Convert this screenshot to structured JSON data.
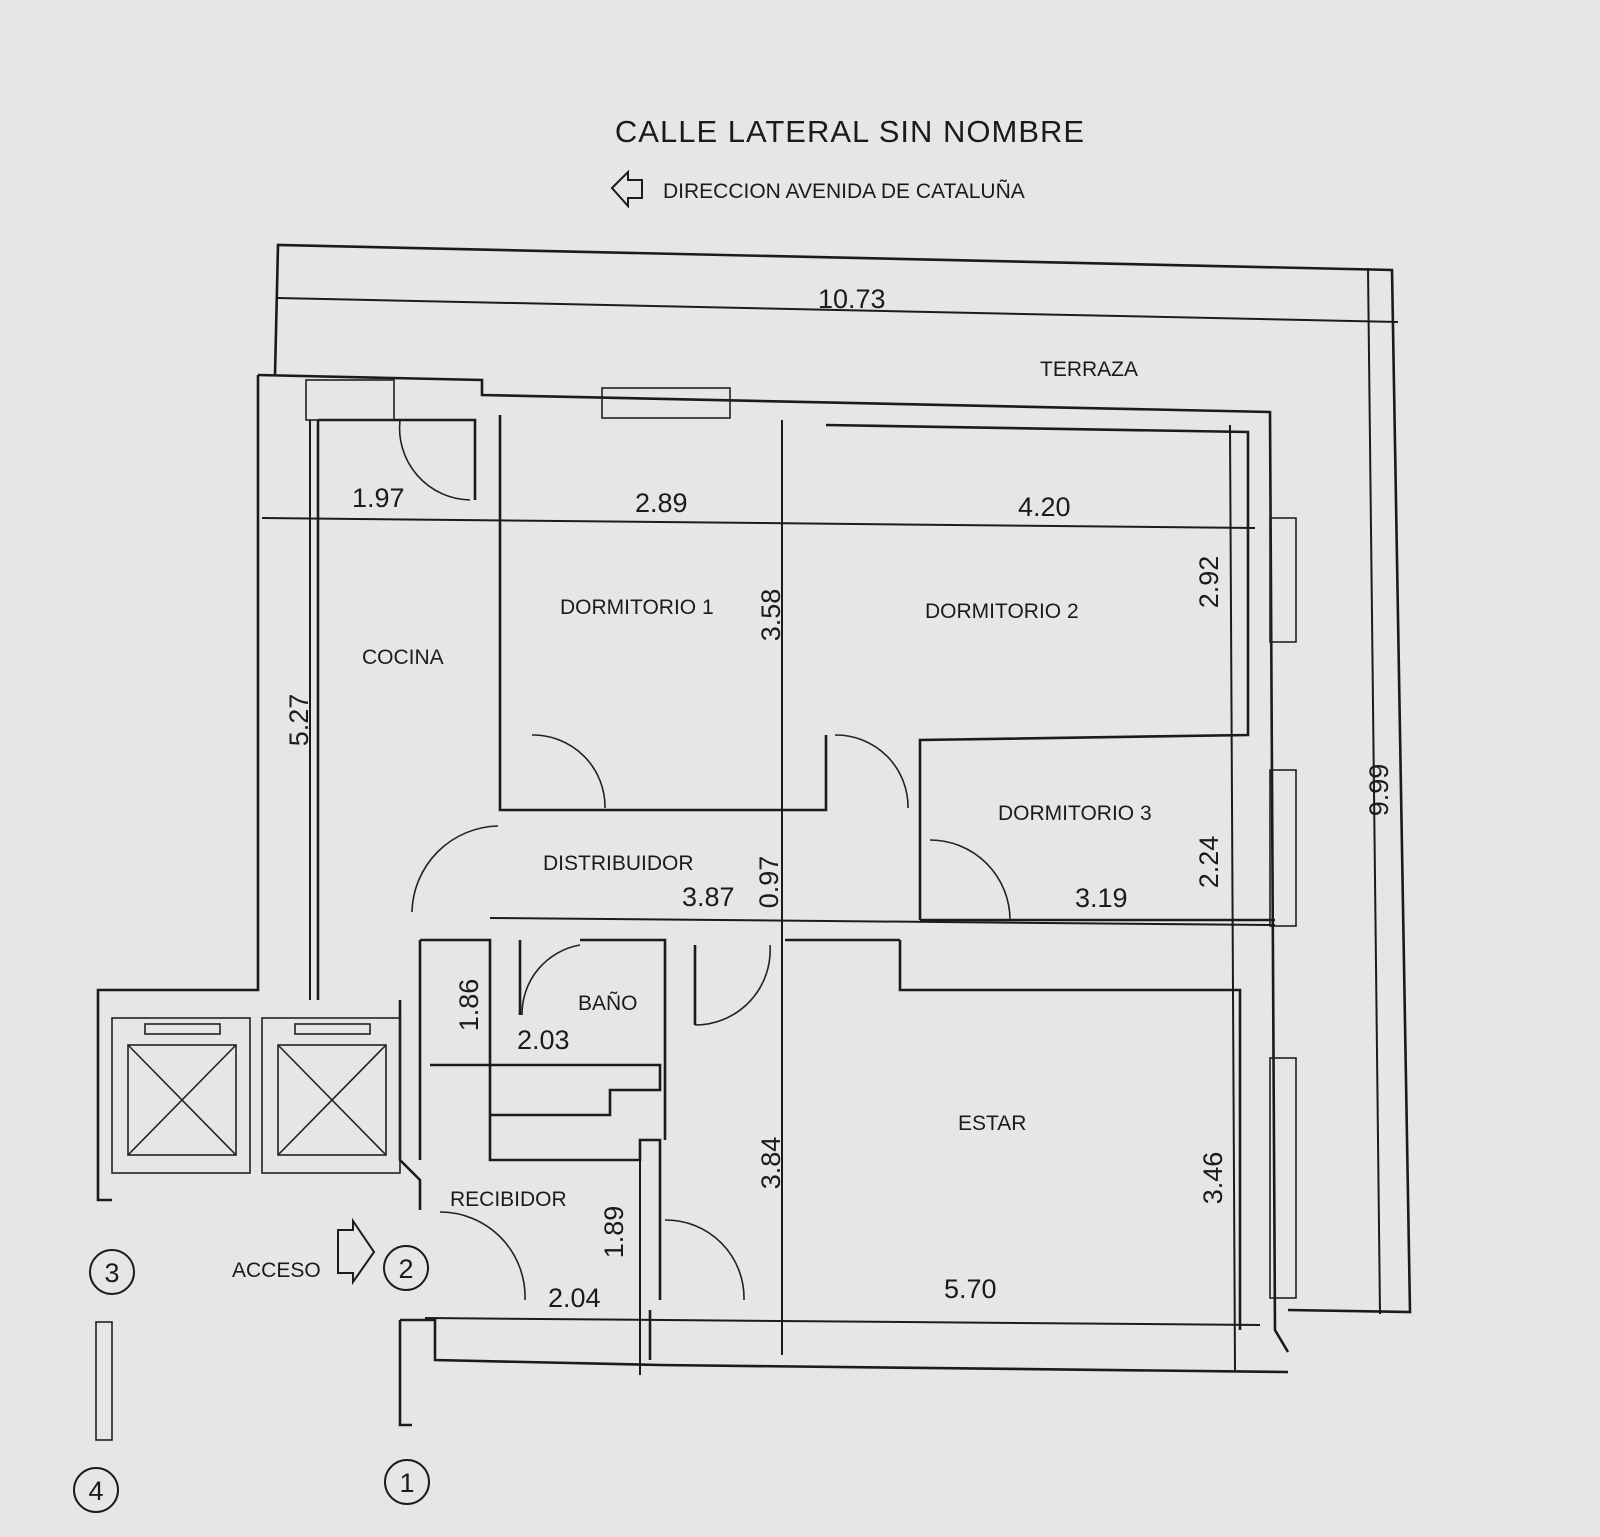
{
  "header": {
    "street": "CALLE LATERAL SIN NOMBRE",
    "direction": "DIRECCION AVENIDA DE CATALUÑA"
  },
  "rooms": {
    "terraza": "TERRAZA",
    "cocina": "COCINA",
    "dormitorio1": "DORMITORIO 1",
    "dormitorio2": "DORMITORIO 2",
    "dormitorio3": "DORMITORIO 3",
    "distribuidor": "DISTRIBUIDOR",
    "bano": "BAÑO",
    "recibidor": "RECIBIDOR",
    "estar": "ESTAR"
  },
  "dimensions": {
    "total_width": "10.73",
    "total_depth": "9.99",
    "cocina_w": "1.97",
    "cocina_d": "5.27",
    "dorm1_w": "2.89",
    "dorm1_d": "3.58",
    "dorm2_w": "4.20",
    "dorm2_d": "2.92",
    "dorm3_w": "3.19",
    "dorm3_d": "2.24",
    "distrib_w": "3.87",
    "distrib_d": "0.97",
    "bano_w": "2.03",
    "bano_d": "1.86",
    "recib_w": "2.04",
    "recib_d": "1.89",
    "estar_w": "5.70",
    "estar_d": "3.84",
    "estar_d2": "3.46"
  },
  "access": {
    "label": "ACCESO"
  },
  "markers": [
    "1",
    "2",
    "3",
    "4"
  ]
}
